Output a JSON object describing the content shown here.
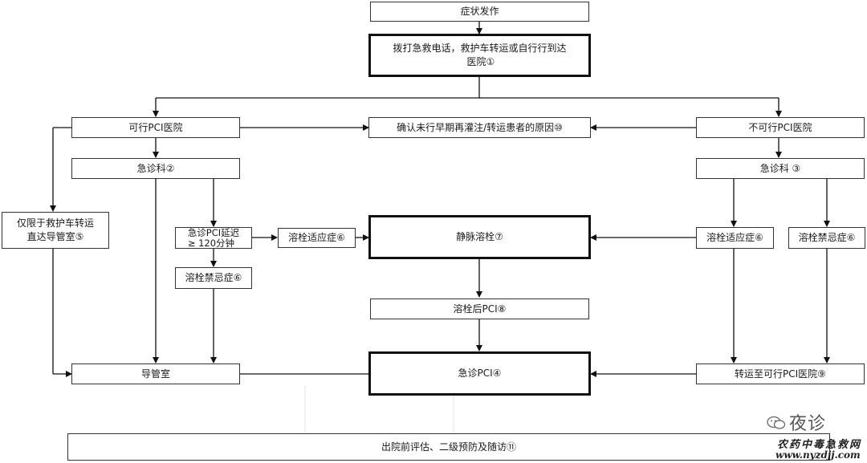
{
  "nodes": {
    "onset": "症状发作",
    "call_line1": "拨打急救电话，救护车转运或自行行到达",
    "call_line2": "医院①",
    "pci_capable": "可行PCI医院",
    "confirm_reason": "确认未行早期再灌注/转运患者的原因⑩",
    "non_pci": "不可行PCI医院",
    "er_left": "急诊科②",
    "er_right": "急诊科 ③",
    "ambulance_line1": "仅限于救护车转运",
    "ambulance_line2": "直达导管室⑤",
    "delay_line1": "急诊PCI延迟",
    "delay_line2": "≥ 120分钟",
    "lysis_indication_left": "溶栓适应症⑥",
    "iv_thrombolysis": "静脉溶栓⑦",
    "lysis_indication_right": "溶栓适应症⑥",
    "lysis_contra_right": "溶栓禁忌症⑥",
    "lysis_contra_left": "溶栓禁忌症⑥",
    "post_lysis_pci": "溶栓后PCI⑧",
    "cath_lab": "导管室",
    "emergency_pci": "急诊PCI④",
    "transfer_pci": "转运至可行PCI医院⑨",
    "discharge": "出院前评估、二级预防及随访⑪"
  },
  "watermark": {
    "brand": "夜诊",
    "site_name": "农药中毒急救网",
    "site_url": "www.nyzdjj.com",
    "icon": "wechat-icon"
  }
}
